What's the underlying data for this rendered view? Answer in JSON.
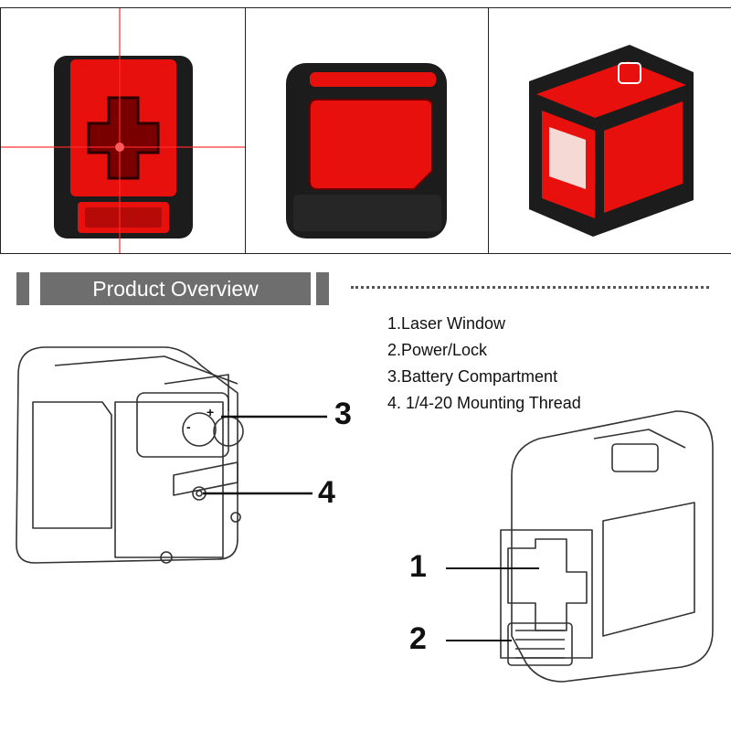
{
  "header": {
    "title": "Product Overview"
  },
  "features": [
    {
      "label": "1.Laser Window"
    },
    {
      "label": "2.Power/Lock"
    },
    {
      "label": "3.Battery Compartment"
    },
    {
      "label": "4. 1/4-20 Mounting Thread"
    }
  ],
  "callouts": [
    "3",
    "4",
    "1",
    "2"
  ],
  "battery_signs": {
    "plus": "+",
    "minus": "-"
  },
  "colors": {
    "brand_red": "#e8100c",
    "body_black": "#1c1c1c",
    "laser_red": "#ff2a2a",
    "header_gray": "#6e6e6e"
  }
}
